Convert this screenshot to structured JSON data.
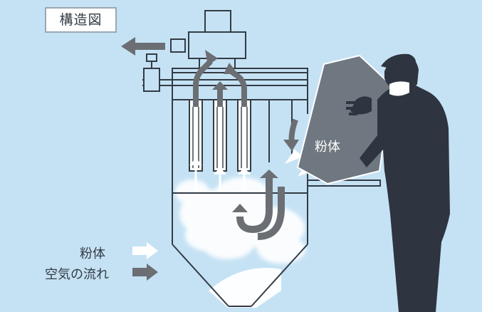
{
  "title": "構造図",
  "hopper_label": "粉体",
  "legend": {
    "powder": "粉体",
    "airflow": "空気の流れ"
  },
  "colors": {
    "background": "#c5e2f4",
    "machine_line": "#333b45",
    "airflow_arrow": "#6b6e73",
    "powder_arrow": "#ffffff",
    "hopper": "#6f7780",
    "worker": "#2e3440"
  }
}
